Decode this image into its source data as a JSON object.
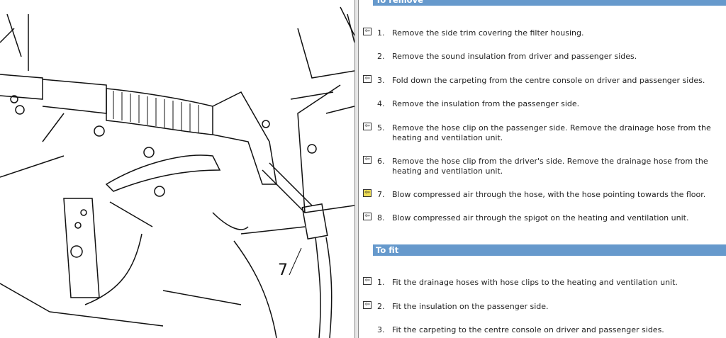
{
  "illustration": {
    "callout": "7"
  },
  "sections": [
    {
      "title": "To remove",
      "steps": [
        {
          "num": "1.",
          "text": "Remove the side trim covering the filter housing.",
          "icon": "link-icon"
        },
        {
          "num": "2.",
          "text": "Remove the sound insulation from driver and passenger sides.",
          "icon": null
        },
        {
          "num": "3.",
          "text": "Fold down the carpeting from the centre console on driver and passenger sides.",
          "icon": "link-icon"
        },
        {
          "num": "4.",
          "text": "Remove the insulation from the passenger side.",
          "icon": null
        },
        {
          "num": "5.",
          "text": "Remove the hose clip on the passenger side. Remove the drainage hose from the heating and ventilation unit.",
          "icon": "link-icon"
        },
        {
          "num": "6.",
          "text": "Remove the hose clip from the driver's side. Remove the drainage hose from the heating and ventilation unit.",
          "icon": "link-icon"
        },
        {
          "num": "7.",
          "text": "Blow compressed air through the hose, with the hose pointing towards the floor.",
          "icon": "link-icon-highlighted"
        },
        {
          "num": "8.",
          "text": "Blow compressed air through the spigot on the heating and ventilation unit.",
          "icon": "link-icon"
        }
      ]
    },
    {
      "title": "To fit",
      "steps": [
        {
          "num": "1.",
          "text": "Fit the drainage hoses with hose clips to the heating and ventilation unit.",
          "icon": "link-icon"
        },
        {
          "num": "2.",
          "text": "Fit the insulation on the passenger side.",
          "icon": "link-icon"
        },
        {
          "num": "3.",
          "text": "Fit the carpeting to the centre console on driver and passenger sides.",
          "icon": null
        }
      ]
    }
  ],
  "colors": {
    "header": "#6699cc",
    "highlight": "#eedd55"
  }
}
